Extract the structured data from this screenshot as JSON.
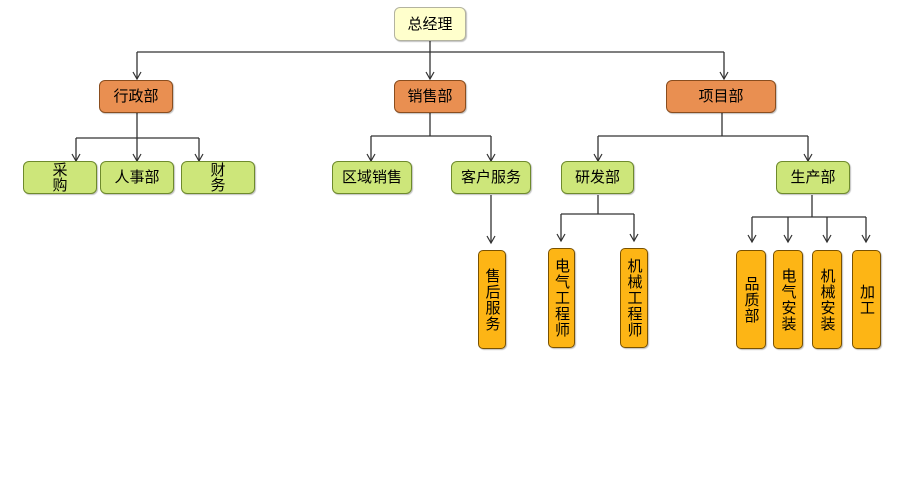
{
  "colors": {
    "root_fill": "#ffffcc",
    "department_fill": "#e98f51",
    "unit_fill": "#cde67a",
    "leaf_fill": "#fdb515",
    "connector": "#333333"
  },
  "org": {
    "root": "总经理",
    "departments": [
      {
        "label": "行政部",
        "children": [
          {
            "label": "采 购"
          },
          {
            "label": "人事部"
          },
          {
            "label": "财 务"
          }
        ]
      },
      {
        "label": "销售部",
        "children": [
          {
            "label": "区域销售"
          },
          {
            "label": "客户服务",
            "children": [
              {
                "label": "售后服务"
              }
            ]
          }
        ]
      },
      {
        "label": "项目部",
        "children": [
          {
            "label": "研发部",
            "children": [
              {
                "label": "电气工程师"
              },
              {
                "label": "机械工程师"
              }
            ]
          },
          {
            "label": "生产部",
            "children": [
              {
                "label": "品质部"
              },
              {
                "label": "电气安装"
              },
              {
                "label": "机械安装"
              },
              {
                "label": "加工"
              }
            ]
          }
        ]
      }
    ]
  }
}
